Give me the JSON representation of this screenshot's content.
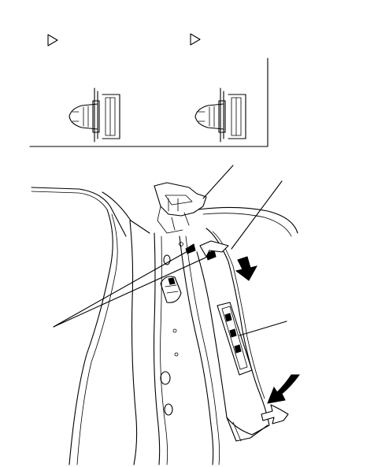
{
  "figure": {
    "detail_callout_markers": [
      "triangle-marker-left",
      "triangle-marker-right"
    ],
    "callout_leaders": 5,
    "direction_arrows": [
      "push-arrow",
      "pull-arrow"
    ]
  }
}
